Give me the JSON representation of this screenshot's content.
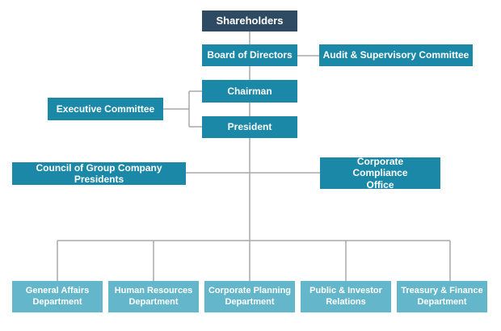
{
  "org_chart": {
    "shareholders": "Shareholders",
    "board": "Board of Directors",
    "audit": "Audit & Supervisory Committee",
    "chairman": "Chairman",
    "executive": "Executive Committee",
    "president": "President",
    "council": "Council of Group Company Presidents",
    "compliance": "Corporate Compliance Office",
    "departments": [
      "General Affairs Department",
      "Human Resources Department",
      "Corporate Planning Department",
      "Public & Investor Relations",
      "Treasury & Finance Department"
    ]
  },
  "colors": {
    "top": "#2f4a63",
    "main": "#1c88a8",
    "department": "#64b6cb",
    "connector": "#a9a9a9"
  }
}
